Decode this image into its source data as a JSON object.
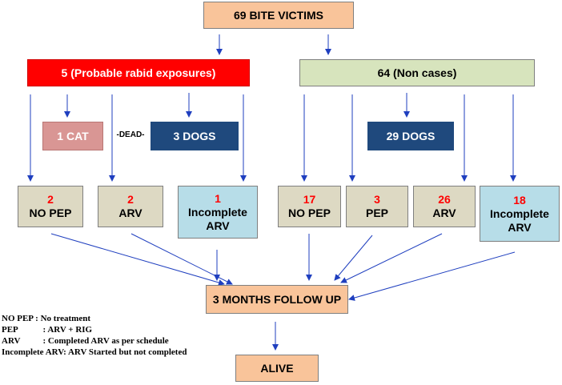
{
  "nodes": {
    "top": "69 BITE VICTIMS",
    "probable": "5 (Probable rabid exposures)",
    "noncases": "64 (Non cases)",
    "cat": "1 CAT",
    "dead": "-DEAD-",
    "dogs3": "3 DOGS",
    "dogs29": "29 DOGS",
    "followup": "3 MONTHS FOLLOW UP",
    "alive": "ALIVE"
  },
  "outcomes": [
    {
      "count": "2",
      "label": "NO PEP"
    },
    {
      "count": "2",
      "label": "ARV"
    },
    {
      "count": "1",
      "label": "Incomplete ARV"
    },
    {
      "count": "17",
      "label": "NO PEP"
    },
    {
      "count": "3",
      "label": "PEP"
    },
    {
      "count": "26",
      "label": "ARV"
    },
    {
      "count": "18",
      "label": "Incomplete ARV"
    }
  ],
  "legend": [
    {
      "term": "NO PEP",
      "sep": " : ",
      "desc": "No treatment"
    },
    {
      "term": "PEP",
      "sep": "  : ",
      "desc": "ARV + RIG"
    },
    {
      "term": "ARV",
      "sep": "  : ",
      "desc": "Completed ARV as per schedule"
    },
    {
      "term": "Incomplete ARV",
      "sep": ": ",
      "desc": "ARV Started but not completed"
    }
  ],
  "colors": {
    "peach": "#f9c49a",
    "red": "#ff0000",
    "green": "#d7e4bd",
    "pink": "#d99694",
    "navy": "#1f497d",
    "tan": "#ddd9c3",
    "light_blue": "#b7dde8",
    "arrow": "#1f3fbf"
  }
}
